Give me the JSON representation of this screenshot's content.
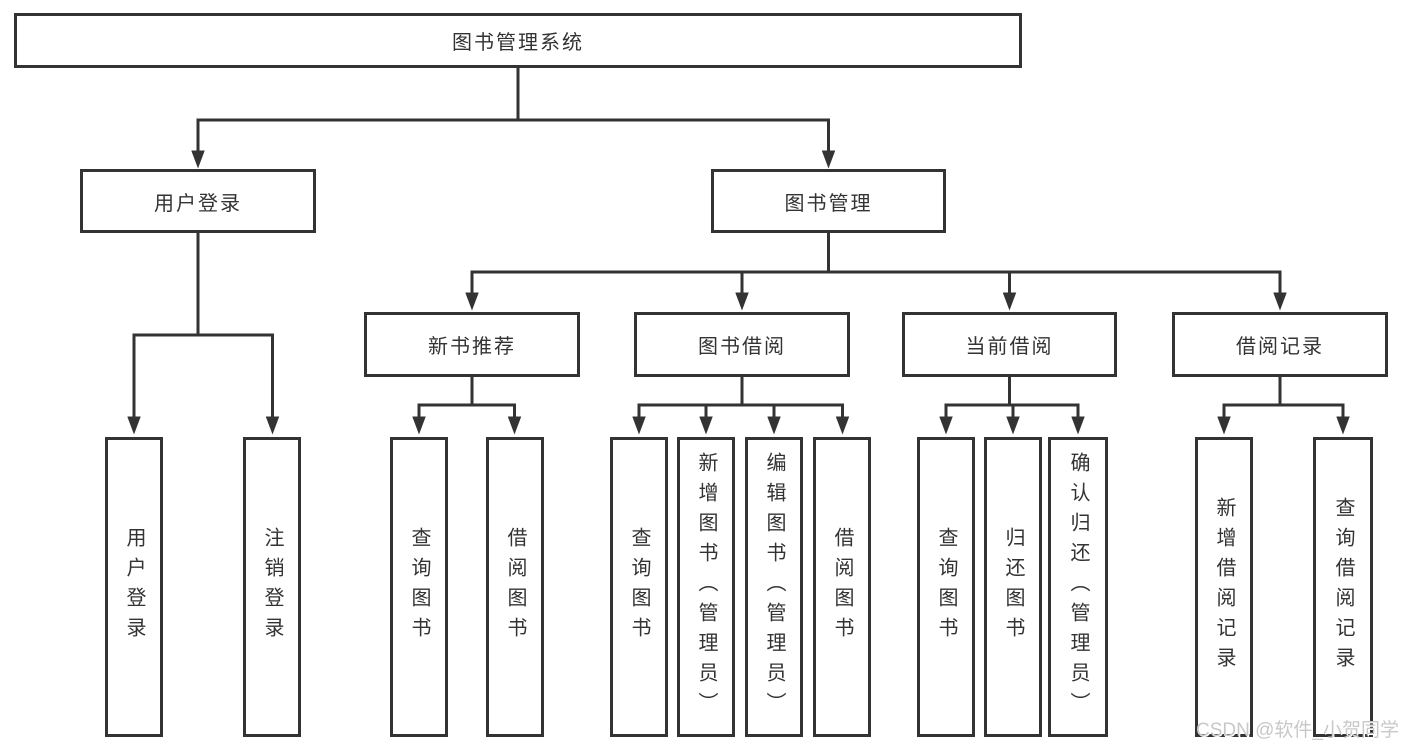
{
  "colors": {
    "line": "#333333",
    "box_border": "#333333",
    "box_fill": "#ffffff",
    "text": "#333333",
    "watermark": "#c8c8c8"
  },
  "watermark": {
    "text": "CSDN @软件_小贺同学"
  },
  "tree": {
    "root": {
      "label": "图书管理系统"
    },
    "children": [
      {
        "label": "用户登录",
        "children": [
          {
            "label": "用户登录"
          },
          {
            "label": "注销登录"
          }
        ]
      },
      {
        "label": "图书管理",
        "children": [
          {
            "label": "新书推荐",
            "children": [
              {
                "label": "查询图书"
              },
              {
                "label": "借阅图书"
              }
            ]
          },
          {
            "label": "图书借阅",
            "children": [
              {
                "label": "查询图书"
              },
              {
                "label": "新增图书（管理员）"
              },
              {
                "label": "编辑图书（管理员）"
              },
              {
                "label": "借阅图书"
              }
            ]
          },
          {
            "label": "当前借阅",
            "children": [
              {
                "label": "查询图书"
              },
              {
                "label": "归还图书"
              },
              {
                "label": "确认归还（管理员）"
              }
            ]
          },
          {
            "label": "借阅记录",
            "children": [
              {
                "label": "新增借阅记录"
              },
              {
                "label": "查询借阅记录"
              }
            ]
          }
        ]
      }
    ]
  }
}
